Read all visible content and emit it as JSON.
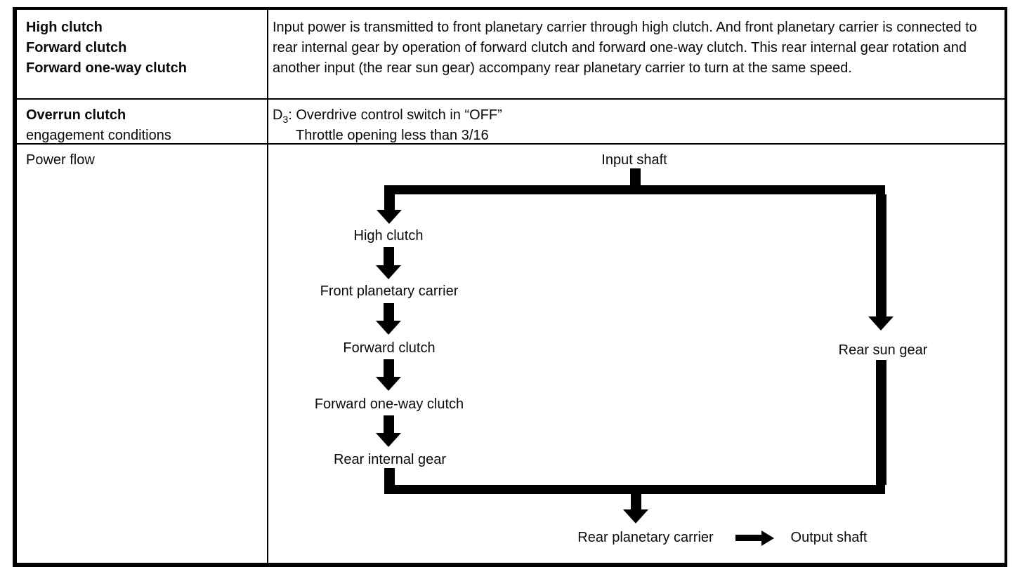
{
  "row1": {
    "labels": [
      "High clutch",
      "Forward clutch",
      "Forward one-way clutch"
    ],
    "description": "Input power is transmitted to front planetary carrier through high clutch. And front planetary carrier is connected to rear internal gear by operation of forward clutch and forward one-way clutch. This rear internal gear rotation and another input (the rear sun gear) accompany rear planetary carrier to turn at the same speed."
  },
  "row2": {
    "label_line1": "Overrun clutch",
    "label_line2": "engagement conditions",
    "gear_prefix": "D",
    "gear_subscript": "3",
    "condition_line1": ": Overdrive control switch in “OFF”",
    "condition_line2": "Throttle opening less than 3/16"
  },
  "row3": {
    "label": "Power flow"
  },
  "diagram": {
    "nodes": {
      "input_shaft": "Input shaft",
      "high_clutch": "High clutch",
      "front_planetary_carrier": "Front planetary carrier",
      "forward_clutch": "Forward clutch",
      "forward_one_way_clutch": "Forward one-way clutch",
      "rear_internal_gear": "Rear internal gear",
      "rear_sun_gear": "Rear sun gear",
      "rear_planetary_carrier": "Rear planetary carrier",
      "output_shaft": "Output shaft"
    },
    "line_color": "#000000",
    "background": "#ffffff"
  }
}
